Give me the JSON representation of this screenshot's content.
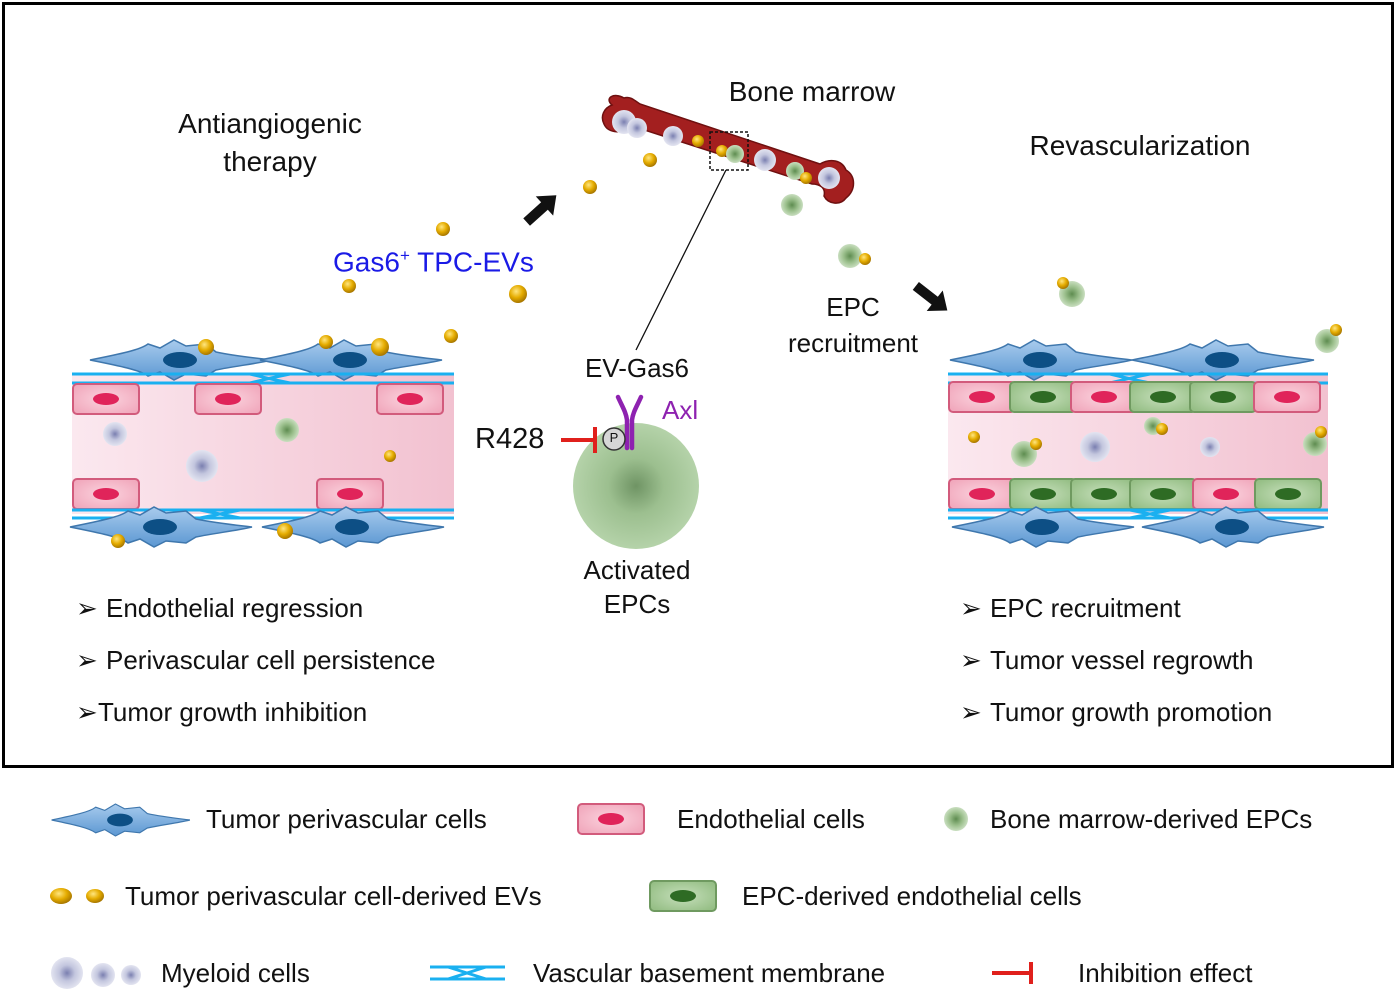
{
  "labels": {
    "bone_marrow": "Bone marrow",
    "antiangiogenic_line1": "Antiangiogenic",
    "antiangiogenic_line2": "therapy",
    "revascularization": "Revascularization",
    "gas6_main": "Gas6",
    "gas6_sup": "+",
    "gas6_rest": " TPC-EVs",
    "epc_line1": "EPC",
    "epc_line2": "recruitment",
    "ev_gas6": "EV-Gas6",
    "axl": "Axl",
    "r428": "R428",
    "phospho": "P",
    "activated_line1": "Activated",
    "activated_line2": "EPCs"
  },
  "left_list": [
    "Endothelial regression",
    "Perivascular cell persistence",
    "Tumor growth inhibition"
  ],
  "right_list": [
    "EPC recruitment",
    "Tumor vessel regrowth",
    "Tumor growth promotion"
  ],
  "bullet_glyph": "➢",
  "legend": {
    "perivascular": "Tumor perivascular cells",
    "endothelial": "Endothelial cells",
    "bm_epc": "Bone marrow-derived EPCs",
    "evs": "Tumor perivascular cell-derived EVs",
    "epc_endothelial": "EPC-derived endothelial cells",
    "myeloid": "Myeloid cells",
    "membrane": "Vascular basement membrane",
    "inhibition": "Inhibition effect"
  },
  "colors": {
    "ev_gold": "#e0a800",
    "perivascular_blue": "#5b9bd5",
    "membrane_cyan": "#1ab0f0",
    "endothelial_pink": "#f6b9c8",
    "epc_green": "#9fc691",
    "bone_red": "#a02020",
    "inhibition_red": "#e0201c",
    "axl_purple": "#8e22b0",
    "gas6_blue": "#1a1ae6"
  }
}
